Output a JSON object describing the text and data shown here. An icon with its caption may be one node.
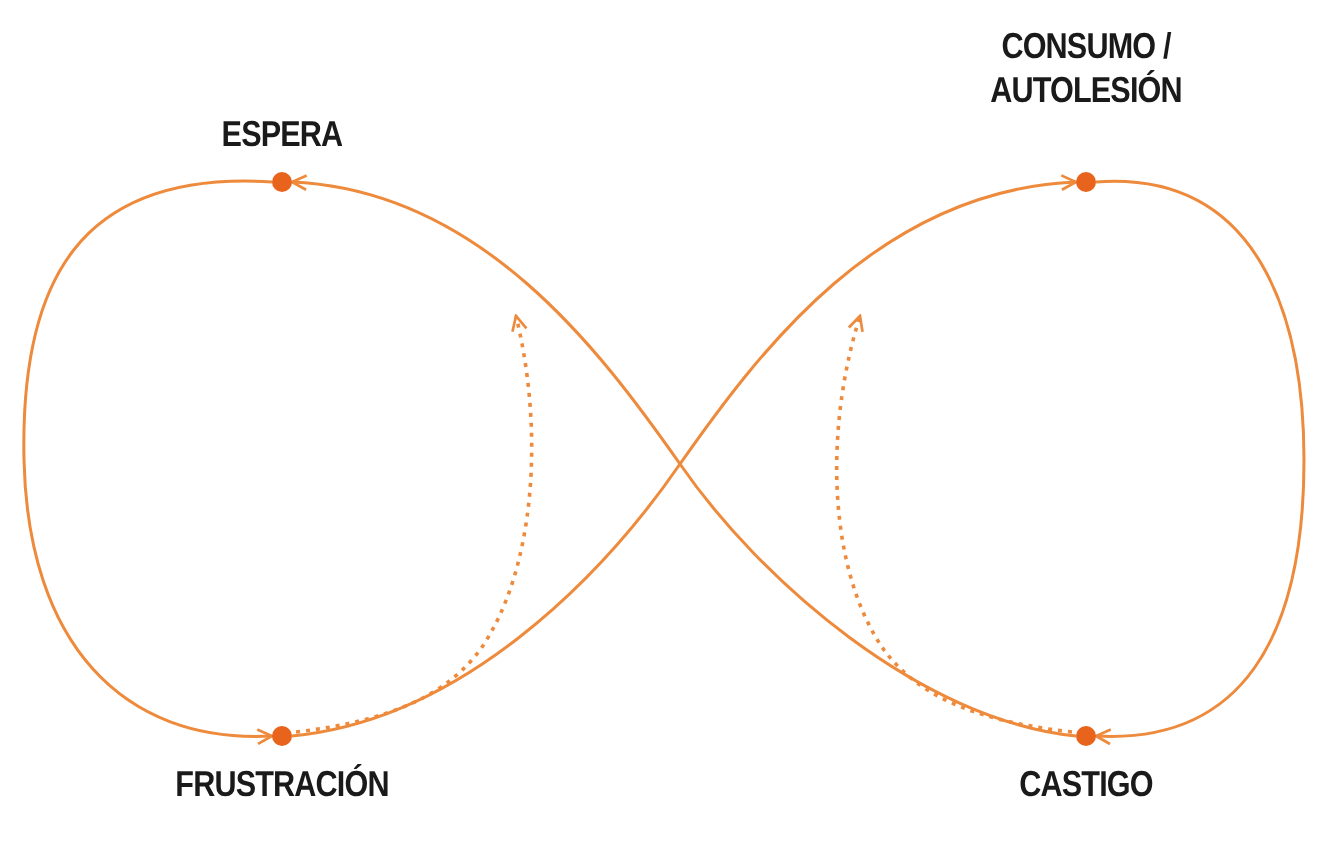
{
  "diagram": {
    "nodes": [
      {
        "text": [
          "ESPERA"
        ]
      },
      {
        "text": [
          "FRUSTRACIÓN"
        ]
      },
      {
        "text": [
          "CONSUMO / AUTOLESIÓN"
        ]
      },
      {
        "text": [
          "CASTIGO"
        ]
      }
    ],
    "edges": [
      {
        "from": 0,
        "to": 1,
        "arrow": "to"
      },
      {
        "from": 1,
        "to": 2,
        "arrow": "to"
      },
      {
        "from": 2,
        "to": 3,
        "arrow": "to"
      },
      {
        "from": 3,
        "to": 0,
        "arrow": "to"
      },
      {
        "from": 1,
        "to": null,
        "arrow": "to",
        "style": "dashed"
      },
      {
        "from": 3,
        "to": null,
        "arrow": "to",
        "style": "dashed"
      }
    ]
  }
}
